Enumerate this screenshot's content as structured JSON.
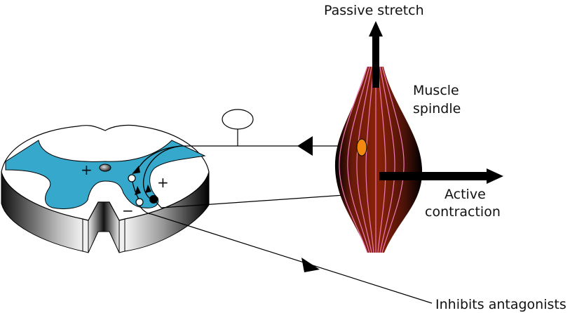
{
  "diagram": {
    "labels": {
      "passive_stretch": "Passive stretch",
      "muscle_spindle_line1": "Muscle",
      "muscle_spindle_line2": "spindle",
      "active_line1": "Active",
      "active_line2": "contraction",
      "inhibits": "Inhibits antagonists"
    },
    "signs": {
      "left_plus": "+",
      "right_plus": "+",
      "minus": "−"
    },
    "colors": {
      "gray_matter": "#35a8cc",
      "muscle": "#7a1c0a",
      "fiber_lines": "#f07ab8",
      "spindle_receptor": "#f28a12",
      "arrow": "#000000"
    }
  }
}
